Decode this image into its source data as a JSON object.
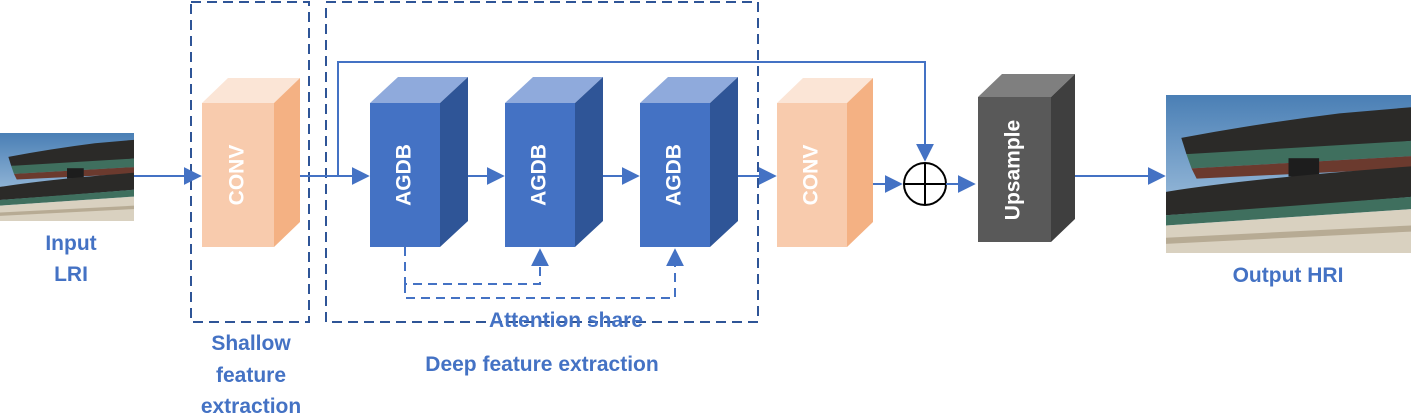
{
  "input": {
    "label_line1": "Input",
    "label_line2": "LRI"
  },
  "shallow": {
    "block_label": "CONV",
    "caption_line1": "Shallow",
    "caption_line2": "feature",
    "caption_line3": "extraction"
  },
  "deep": {
    "blocks": [
      "AGDB",
      "AGDB",
      "AGDB"
    ],
    "conv_label": "CONV",
    "attention_label": "Attention share",
    "caption": "Deep feature extraction"
  },
  "upsample": {
    "label": "Upsample"
  },
  "output": {
    "label": "Output HRI"
  },
  "colors": {
    "accent": "#4472C4",
    "dash_border": "#2F5597",
    "conv_front": "#F8CBAD",
    "conv_side": "#F4B183",
    "agdb_front": "#4472C4",
    "agdb_side": "#2F5597",
    "upsample_front": "#595959",
    "upsample_side": "#3F3F3F"
  },
  "icons": {
    "sum": "circled-plus-icon",
    "image": "palace-photo-icon"
  }
}
